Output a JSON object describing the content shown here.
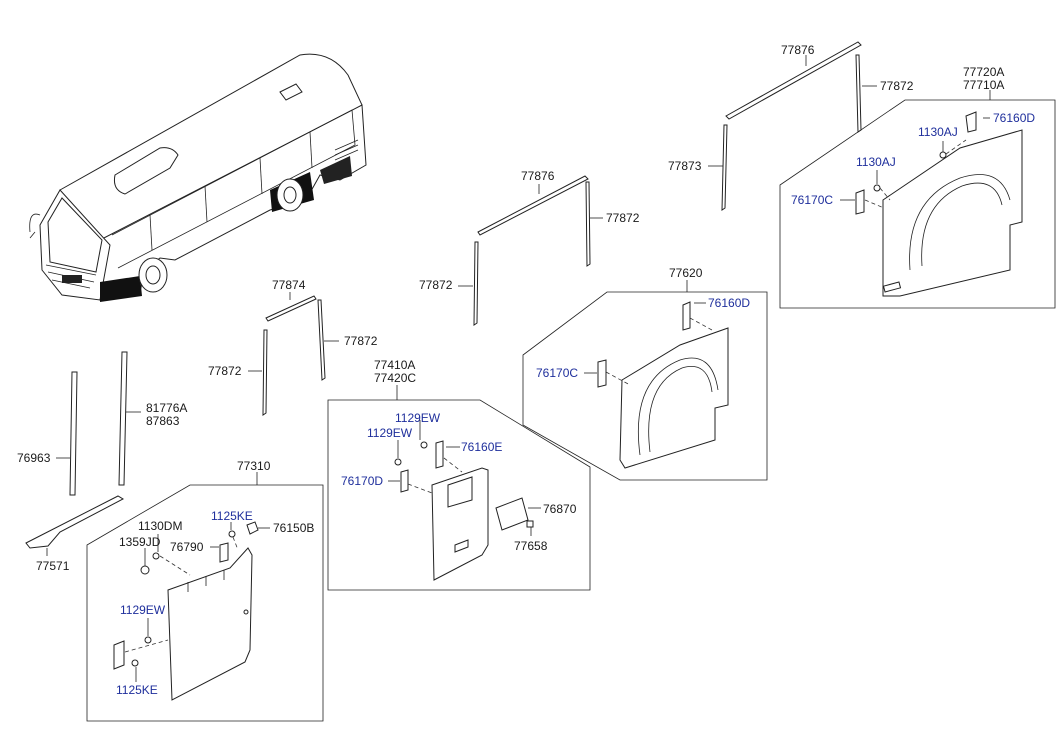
{
  "labels": {
    "l_77876_a": "77876",
    "l_77872_a": "77872",
    "l_77873": "77873",
    "l_77720A": "77720A",
    "l_77710A": "77710A",
    "l_1130AJ_a": "1130AJ",
    "l_76160D_a": "76160D",
    "l_1130AJ_b": "1130AJ",
    "l_76170C_a": "76170C",
    "l_77876_b": "77876",
    "l_77872_b": "77872",
    "l_77872_c": "77872",
    "l_77620": "77620",
    "l_76160D_b": "76160D",
    "l_76170C_b": "76170C",
    "l_77874": "77874",
    "l_77872_d": "77872",
    "l_77872_e": "77872",
    "l_77410A": "77410A",
    "l_77420C": "77420C",
    "l_1129EW_a": "1129EW",
    "l_1129EW_b": "1129EW",
    "l_76160E": "76160E",
    "l_76170D": "76170D",
    "l_76870": "76870",
    "l_77658": "77658",
    "l_81776A": "81776A",
    "l_87863": "87863",
    "l_76963": "76963",
    "l_77571": "77571",
    "l_77310": "77310",
    "l_1130DM": "1130DM",
    "l_1359JD": "1359JD",
    "l_1125KE_a": "1125KE",
    "l_76790": "76790",
    "l_76150B": "76150B",
    "l_1129EW_c": "1129EW",
    "l_1125KE_b": "1125KE"
  }
}
